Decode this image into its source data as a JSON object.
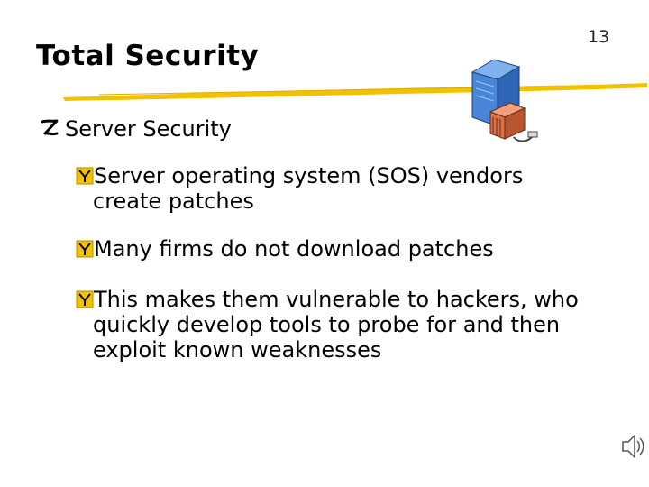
{
  "slide": {
    "title": "Total Security",
    "page_number": "13",
    "bullet": "Server Security",
    "sub_bullets": [
      {
        "line1": "Server operating system (SOS) vendors",
        "line2": "create patches"
      },
      {
        "line1": "Many firms do not download patches"
      },
      {
        "line1": "This makes them vulnerable to hackers, who",
        "line2": "quickly develop tools to probe for and then",
        "line3": "exploit known weaknesses"
      }
    ]
  },
  "colors": {
    "accent_yellow": "#f2c200",
    "server_blue": "#4a86d8",
    "disk_orange": "#d9714a"
  },
  "icons": {
    "bullet": "z-bullet-icon",
    "sub_bullet": "y-checkbox-icon",
    "server": "server-icon",
    "speaker": "speaker-icon"
  }
}
